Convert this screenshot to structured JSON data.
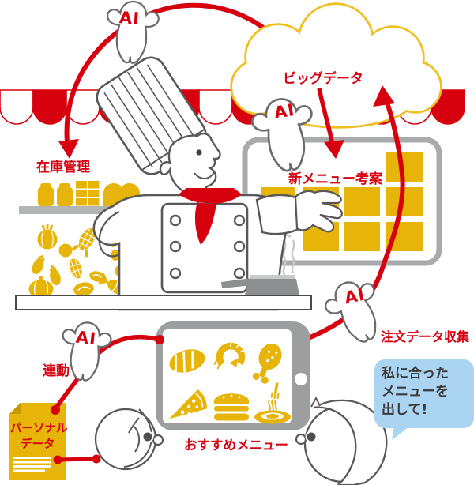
{
  "cloud": {
    "label": "ビッグデータ"
  },
  "labels": {
    "inventory": "在庫管理",
    "new_menu": "新メニュー考案",
    "order_collection": "注文データ収集",
    "recommended_menu": "おすすめメニュー",
    "linkage": "連動",
    "ai": "AI"
  },
  "personal_data": {
    "line1": "パーソナル",
    "line2": "データ"
  },
  "speech_bubble": {
    "line1": "私に合った",
    "line2": "メニューを",
    "line3": "出して!"
  },
  "icons": {
    "characters": [
      "ai-ghost",
      "ai-ghost",
      "ai-ghost",
      "ai-ghost"
    ],
    "cloud": "big-data-cloud",
    "shelf_items": [
      "jar",
      "jar",
      "box-stack",
      "bread"
    ],
    "ingredients": [
      "citrus",
      "eggs",
      "onion",
      "onion",
      "corn",
      "corn",
      "eggplant",
      "eggplant",
      "meat",
      "meat",
      "pumpkin",
      "fish",
      "shrimp"
    ],
    "tablet_menu": [
      "steak",
      "shrimp",
      "drumstick",
      "pizza",
      "burger",
      "noodles"
    ]
  },
  "colors": {
    "red": "#d7000f",
    "yellow": "#e7b509",
    "cloud_outline": "#f0c020",
    "frame_gray": "#9d9e9f",
    "outline_gray": "#595757",
    "bubble_blue": "#aad4f2"
  }
}
